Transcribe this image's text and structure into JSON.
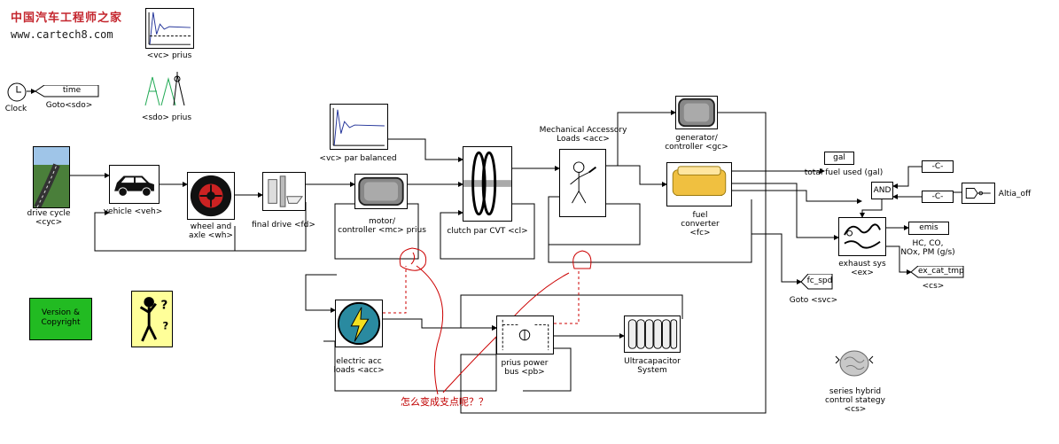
{
  "watermark": {
    "title": "中国汽车工程师之家",
    "url": "www.cartech8.com"
  },
  "blocks": {
    "vc_prius": "<vc> prius",
    "sdo_prius": "<sdo> prius",
    "clock": "Clock",
    "goto_time_tag": "time",
    "goto_sdo": "Goto<sdo>",
    "vc_par_balanced": "<vc> par balanced",
    "drive_cycle": [
      "drive cycle",
      "<cyc>"
    ],
    "vehicle": "vehicle <veh>",
    "wheel_axle": [
      "wheel and",
      "axle <wh>"
    ],
    "final_drive": "final drive <fd>",
    "motor_controller": [
      "motor/",
      "controller <mc> prius"
    ],
    "clutch": "clutch par CVT <cl>",
    "mech_accessory": [
      "Mechanical Accessory",
      "Loads <acc>"
    ],
    "generator": [
      "generator/",
      "controller <gc>"
    ],
    "fuel_converter": [
      "fuel",
      "converter",
      "<fc>"
    ],
    "gal_tag": "gal",
    "total_fuel": "total fuel used (gal)",
    "const1": "-C-",
    "const2": "-C-",
    "and_gate": "AND",
    "altia_off": "Altia_off",
    "exhaust": [
      "exhaust sys",
      "<ex>"
    ],
    "emis_tag": "emis",
    "emis_label": [
      "HC, CO,",
      "NOx, PM (g/s)"
    ],
    "ex_cat_tmp_tag": "ex_cat_tmp",
    "cs_tag": "<cs>",
    "fc_spd_tag": "fc_spd",
    "goto_svc": "Goto <svc>",
    "version": [
      "Version &",
      "Copyright"
    ],
    "electric_acc": [
      "electric acc",
      "loads <acc>"
    ],
    "power_bus": [
      "prius power",
      "bus <pb>"
    ],
    "ultracap": [
      "Ultracapacitor",
      "System"
    ],
    "series_hybrid": [
      "series hybrid",
      "control stategy",
      "<cs>"
    ]
  },
  "annotation": "怎么变成支点呢？？",
  "colors": {
    "annotation": "#c00000",
    "version_block": "#22bb22",
    "help_block": "#ffff99",
    "watermark": "#c4262e"
  }
}
